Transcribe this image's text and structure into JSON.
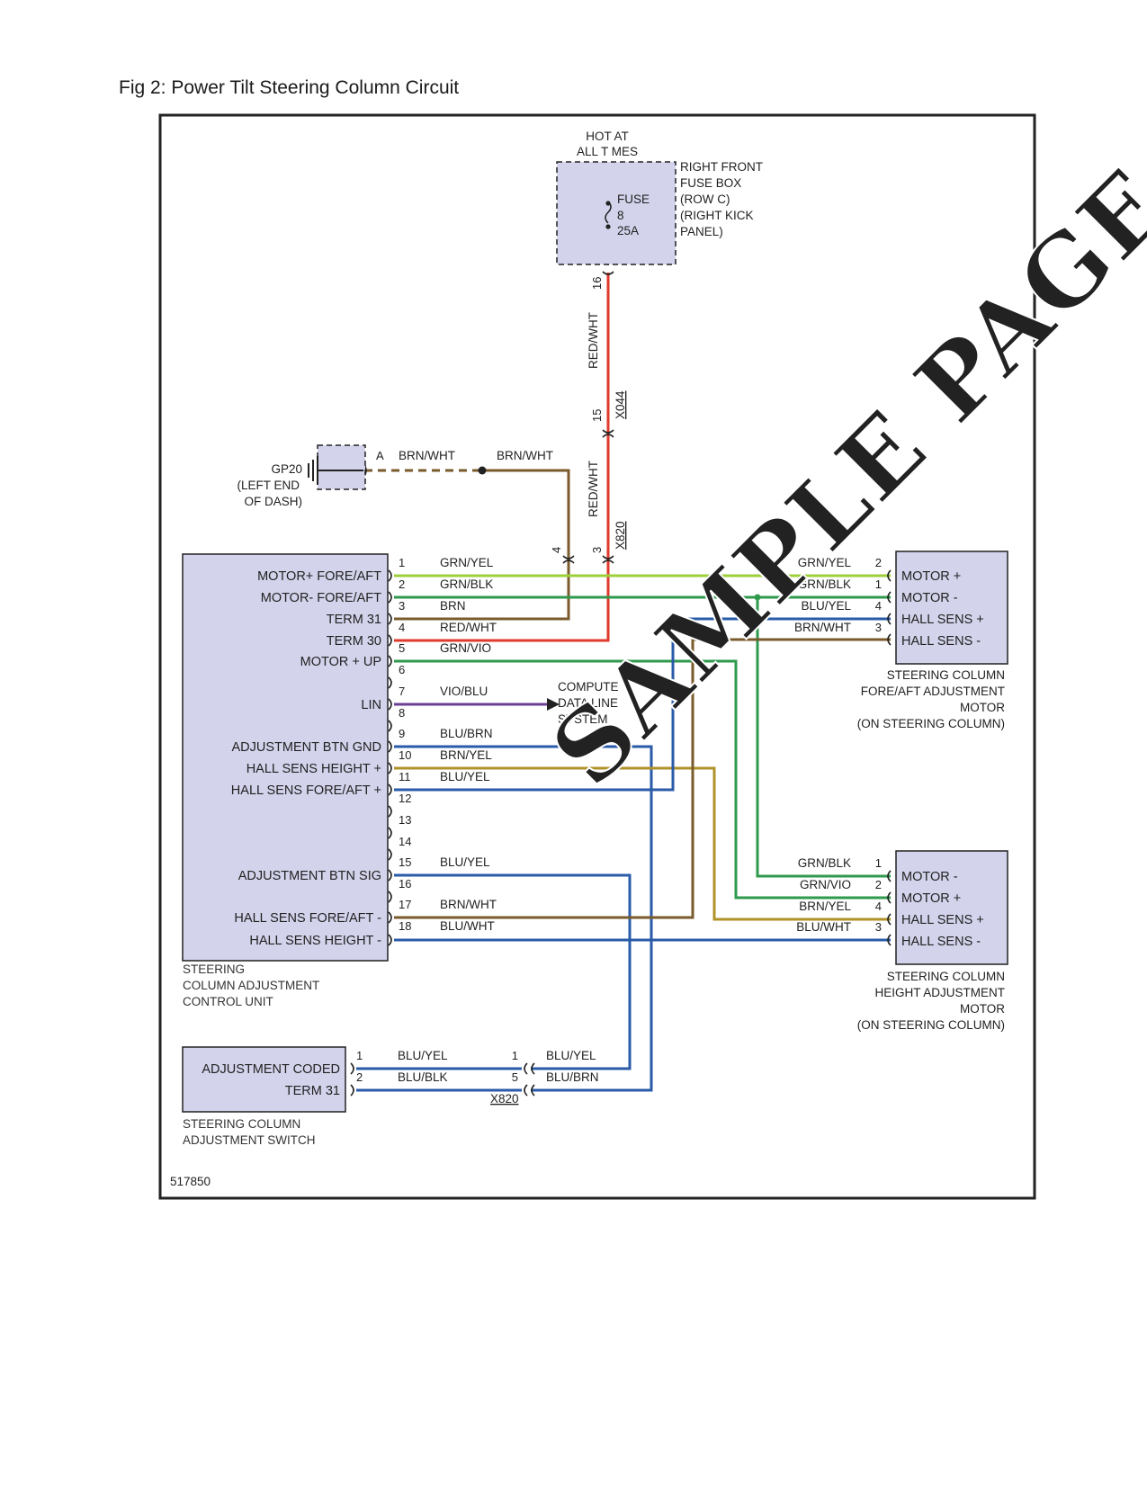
{
  "title": "Fig 2: Power Tilt Steering Column Circuit",
  "diagram_id": "517850",
  "watermark": "SAMPLE PAGE",
  "colors": {
    "component_fill": "#d3d3ec",
    "border": "#222222",
    "red_wht": "#e03a2c",
    "grn_yel": "#9ccf3a",
    "grn": "#2f9a4e",
    "brn": "#7a5b2c",
    "vio_blu": "#6b3f94",
    "blu": "#2a5ba8",
    "brn_yel": "#b0922a"
  },
  "power": {
    "hot_line1": "HOT AT",
    "hot_line2": "ALL T MES",
    "fuse_label": "FUSE",
    "fuse_number": "8",
    "fuse_rating": "25A",
    "fuse_box_lines": [
      "RIGHT FRONT",
      "FUSE BOX",
      "(ROW C)",
      "(RIGHT KICK",
      "PANEL)"
    ],
    "pin_16": "16",
    "pin_15": "15",
    "pin_3": "3",
    "pin_4": "4",
    "wire_upper": "RED/WHT",
    "wire_lower": "RED/WHT",
    "conn_x044": "X044",
    "conn_x820": "X820"
  },
  "ground": {
    "name": "GP20",
    "loc1": "(LEFT END",
    "loc2": "OF DASH)",
    "pin": "A",
    "wire_left": "BRN/WHT",
    "wire_right": "BRN/WHT"
  },
  "control_unit": {
    "caption": [
      "STEERING",
      "COLUMN ADJUSTMENT",
      "CONTROL UNIT"
    ],
    "labels": [
      "MOTOR+ FORE/AFT",
      "MOTOR- FORE/AFT",
      "TERM 31",
      "TERM 30",
      "MOTOR + UP",
      "LIN",
      "ADJUSTMENT BTN GND",
      "HALL SENS HEIGHT +",
      "HALL SENS FORE/AFT +",
      "ADJUSTMENT BTN SIG",
      "HALL SENS FORE/AFT -",
      "HALL SENS HEIGHT -"
    ],
    "pins": [
      "1",
      "2",
      "3",
      "4",
      "5",
      "6",
      "7",
      "8",
      "9",
      "10",
      "11",
      "12",
      "13",
      "14",
      "15",
      "16",
      "17",
      "18"
    ],
    "wires": [
      "GRN/YEL",
      "GRN/BLK",
      "BRN",
      "RED/WHT",
      "GRN/VIO",
      "VIO/BLU",
      "BLU/BRN",
      "BRN/YEL",
      "BLU/YEL",
      "BLU/YEL",
      "BRN/WHT",
      "BLU/WHT"
    ]
  },
  "data_link": {
    "lines": [
      "COMPUTE",
      "DATA LINE",
      "SYSTEM"
    ]
  },
  "fore_aft_motor": {
    "labels": [
      "MOTOR +",
      "MOTOR -",
      "HALL SENS +",
      "HALL SENS -"
    ],
    "pins": [
      "2",
      "1",
      "4",
      "3"
    ],
    "wires": [
      "GRN/YEL",
      "GRN/BLK",
      "BLU/YEL",
      "BRN/WHT"
    ],
    "caption": [
      "STEERING COLUMN",
      "FORE/AFT ADJUSTMENT",
      "MOTOR",
      "(ON STEERING COLUMN)"
    ]
  },
  "height_motor": {
    "labels": [
      "MOTOR -",
      "MOTOR +",
      "HALL SENS +",
      "HALL SENS -"
    ],
    "pins": [
      "1",
      "2",
      "4",
      "3"
    ],
    "wires": [
      "GRN/BLK",
      "GRN/VIO",
      "BRN/YEL",
      "BLU/WHT"
    ],
    "caption": [
      "STEERING COLUMN",
      "HEIGHT ADJUSTMENT",
      "MOTOR",
      "(ON STEERING COLUMN)"
    ]
  },
  "switch": {
    "labels": [
      "ADJUSTMENT CODED",
      "TERM 31"
    ],
    "pins": [
      "1",
      "2"
    ],
    "wires_left": [
      "BLU/YEL",
      "BLU/BLK"
    ],
    "conn_pins": [
      "1",
      "5"
    ],
    "wires_right": [
      "BLU/YEL",
      "BLU/BRN"
    ],
    "conn": "X820",
    "caption": [
      "STEERING COLUMN",
      "ADJUSTMENT SWITCH"
    ]
  }
}
